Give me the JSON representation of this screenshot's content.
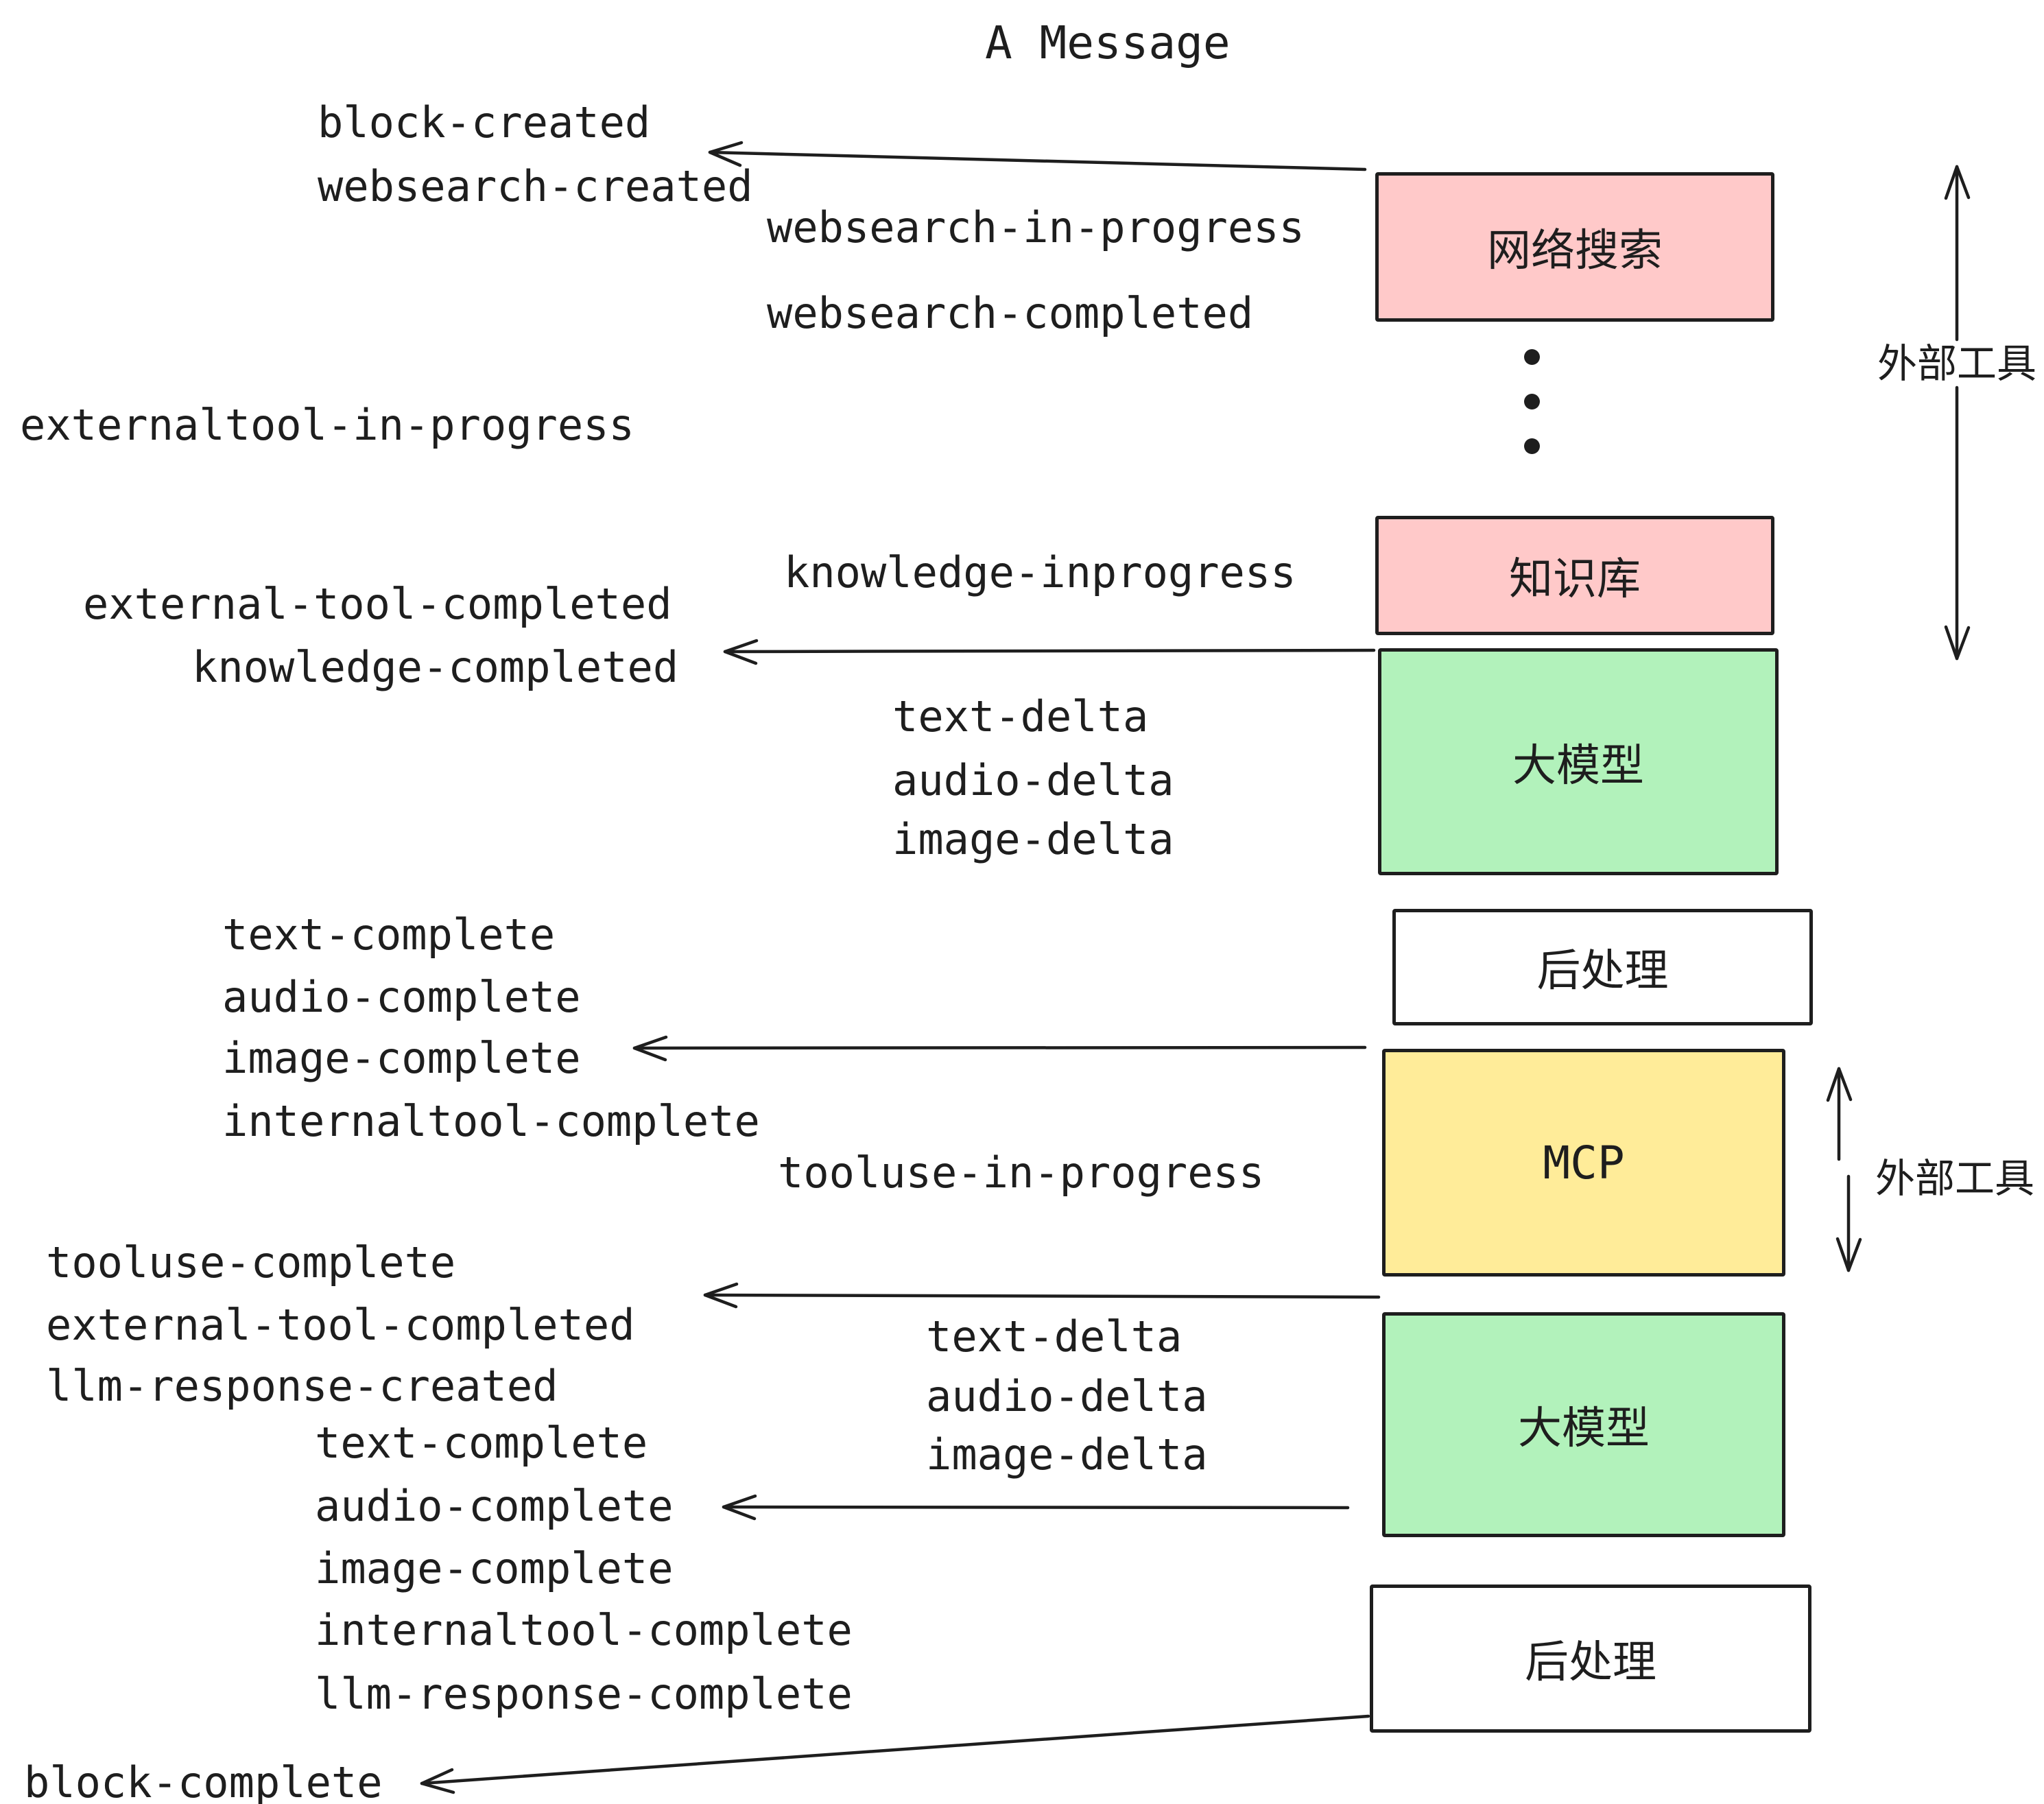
{
  "title": "A Message",
  "event_labels": {
    "block_created": "block-created",
    "websearch_created": "websearch-created",
    "websearch_in_progress": "websearch-in-progress",
    "websearch_completed": "websearch-completed",
    "externaltool_in_progress": "externaltool-in-progress",
    "knowledge_inprogress": "knowledge-inprogress",
    "external_tool_completed_1": "external-tool-completed",
    "knowledge_completed": "knowledge-completed",
    "text_delta_1": "text-delta",
    "audio_delta_1": "audio-delta",
    "image_delta_1": "image-delta",
    "text_complete_1": "text-complete",
    "audio_complete_1": "audio-complete",
    "image_complete_1": "image-complete",
    "internaltool_complete_1": "internaltool-complete",
    "tooluse_in_progress": "tooluse-in-progress",
    "tooluse_complete": "tooluse-complete",
    "external_tool_completed_2": "external-tool-completed",
    "llm_response_created": "llm-response-created",
    "text_delta_2": "text-delta",
    "audio_delta_2": "audio-delta",
    "image_delta_2": "image-delta",
    "text_complete_2": "text-complete",
    "audio_complete_2": "audio-complete",
    "image_complete_2": "image-complete",
    "internaltool_complete_2": "internaltool-complete",
    "llm_response_complete": "llm-response-complete",
    "block_complete": "block-complete"
  },
  "boxes": {
    "websearch": {
      "label": "网络搜索",
      "fill": "#ffc9c9"
    },
    "knowledge": {
      "label": "知识库",
      "fill": "#ffc9c9"
    },
    "llm_1": {
      "label": "大模型",
      "fill": "#b2f2bb"
    },
    "post_1": {
      "label": "后处理",
      "fill": "#ffffff"
    },
    "mcp": {
      "label": "MCP",
      "fill": "#ffec99"
    },
    "llm_2": {
      "label": "大模型",
      "fill": "#b2f2bb"
    },
    "post_2": {
      "label": "后处理",
      "fill": "#ffffff"
    }
  },
  "annotations": {
    "external_tools_1": "外部工具",
    "external_tools_2": "外部工具"
  },
  "colors": {
    "stroke": "#1e1e1e",
    "background": "#ffffff",
    "box_pink": "#ffc9c9",
    "box_green": "#b2f2bb",
    "box_yellow": "#ffec99",
    "box_white": "#ffffff"
  }
}
